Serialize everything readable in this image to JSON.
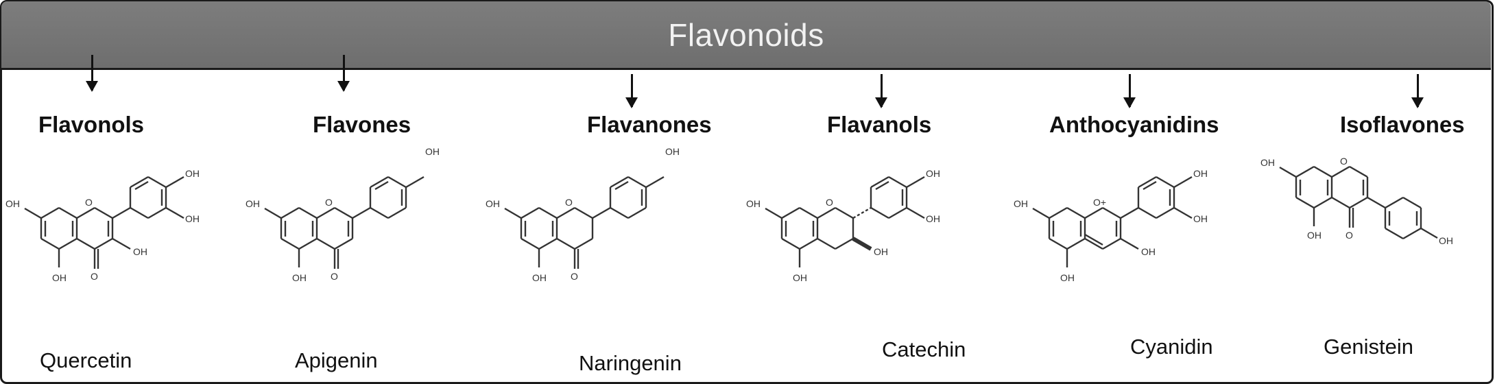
{
  "title": "Flavonoids",
  "classes": [
    {
      "name": "Flavonols",
      "compound": "Quercetin"
    },
    {
      "name": "Flavones",
      "compound": "Apigenin"
    },
    {
      "name": "Flavanones",
      "compound": "Naringenin"
    },
    {
      "name": "Flavanols",
      "compound": "Catechin"
    },
    {
      "name": "Anthocyanidins",
      "compound": "Cyanidin"
    },
    {
      "name": "Isoflavones",
      "compound": "Genistein"
    }
  ],
  "atom_labels": {
    "hydroxyl": "OH",
    "oxygen": "O",
    "oxonium": "O+"
  }
}
